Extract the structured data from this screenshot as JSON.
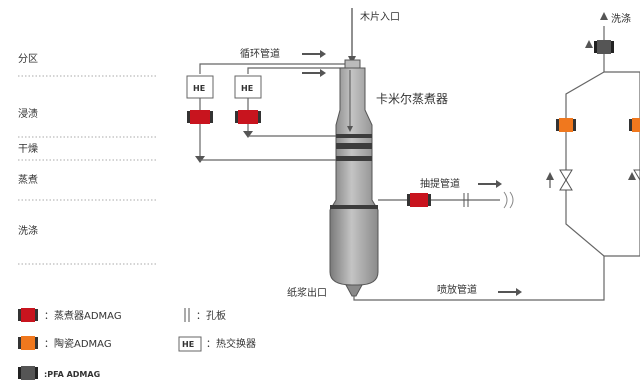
{
  "zones": {
    "separation": "分区",
    "impregnation": "浸渍",
    "drying": "干燥",
    "cooking": "蒸煮",
    "washing": "洗涤"
  },
  "labels": {
    "wood_chip_inlet": "木片入口",
    "circulation_pipe": "循环管道",
    "digester_name": "卡米尔蒸煮器",
    "extraction_pipe": "抽提管道",
    "pulp_outlet": "纸浆出口",
    "blow_pipe": "喷放管道",
    "wash_right": "洗涤",
    "he_left": "HE",
    "he_right": "HE"
  },
  "legend": {
    "digester_admag": "：蒸煮器ADMAG",
    "ceramic_admag": "：陶瓷ADMAG",
    "pfa_admag": ":PFA ADMAG",
    "orifice": "：孔板",
    "heat_exchanger": "：热交换器",
    "he_badge": "HE",
    "orifice_symbol": "|| |"
  },
  "colors": {
    "digester_meter": "#c8141e",
    "ceramic_meter": "#f0781e",
    "pfa_meter": "#555555",
    "vessel_body": "#9a9a9a",
    "vessel_band": "#3c3c3c",
    "pipe": "#666666"
  }
}
